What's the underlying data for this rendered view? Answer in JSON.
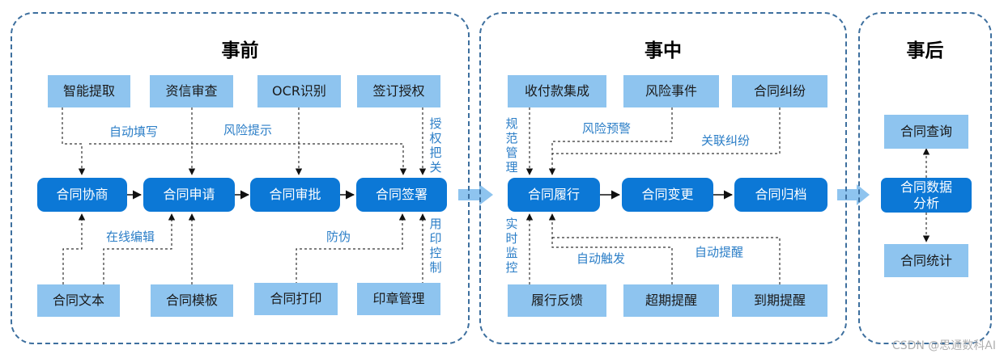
{
  "sections": {
    "before": {
      "title": "事前"
    },
    "during": {
      "title": "事中"
    },
    "after": {
      "title": "事后"
    }
  },
  "before": {
    "top_boxes": [
      "智能提取",
      "资信审查",
      "OCR识别",
      "签订授权"
    ],
    "main_boxes": [
      "合同协商",
      "合同申请",
      "合同审批",
      "合同签署"
    ],
    "bottom_boxes": [
      "合同文本",
      "合同模板",
      "合同打印",
      "印章管理"
    ],
    "labels": {
      "auto_fill": "自动填写",
      "risk_tip": "风险提示",
      "authorize": "授权把关",
      "online_edit": "在线编辑",
      "anti_fake": "防伪",
      "seal_control": "用印控制"
    }
  },
  "during": {
    "top_boxes": [
      "收付款集成",
      "风险事件",
      "合同纠纷"
    ],
    "main_boxes": [
      "合同履行",
      "合同变更",
      "合同归档"
    ],
    "bottom_boxes": [
      "履行反馈",
      "超期提醒",
      "到期提醒"
    ],
    "labels": {
      "standard_mgmt": "规范管理",
      "risk_warning": "风险预警",
      "related_dispute": "关联纠纷",
      "realtime_monitor": "实时监控",
      "auto_trigger": "自动触发",
      "auto_remind": "自动提醒"
    }
  },
  "after": {
    "boxes": [
      "合同查询",
      "合同数据分析",
      "合同统计"
    ]
  },
  "watermark": "CSDN @思通数科AI",
  "colors": {
    "dark_box": "#0c78d6",
    "light_box": "#8ec4ef",
    "label": "#2b7ec7",
    "border": "#3d6f9e",
    "arrow_fill": "#8ec4ef"
  }
}
